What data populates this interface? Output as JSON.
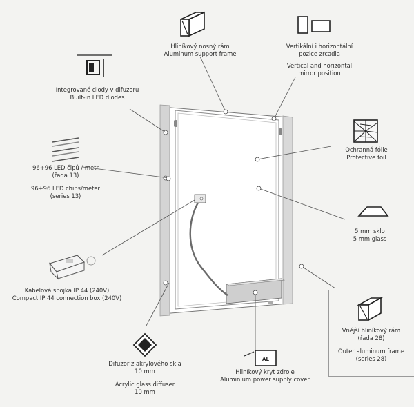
{
  "labels": {
    "frame": {
      "cz": "Hliníkový nosný rám",
      "en": "Aluminum support frame"
    },
    "position": {
      "cz1": "Vertikální i horizontální",
      "cz2": "pozice zrcadla",
      "en1": "Vertical and horizontal",
      "en2": "mirror position"
    },
    "led_diodes": {
      "cz": "Integrované diody v difuzoru",
      "en": "Built-in LED diodes"
    },
    "led_chips": {
      "cz1": "96+96 LED čipů / metr",
      "cz2": "(řada 13)",
      "en1": "96+96 LED chips/meter",
      "en2": "(series 13)"
    },
    "foil": {
      "cz": "Ochranná fólie",
      "en": "Protective foil"
    },
    "glass": {
      "cz": "5 mm sklo",
      "en": "5 mm glass"
    },
    "connection": {
      "cz": "Kabelová spojka IP 44 (240V)",
      "en": "Compact IP 44 connection box (240V)"
    },
    "outer_frame": {
      "cz1": "Vnější hliníkový rám",
      "cz2": "(řada 28)",
      "en1": "Outer aluminum frame",
      "en2": "(series 28)"
    },
    "diffuser": {
      "cz1": "Difuzor z akrylového skla",
      "cz2": "10 mm",
      "en1": "Acrylic glass diffuser",
      "en2": "10 mm"
    },
    "cover": {
      "cz": "Hliníkový kryt zdroje",
      "en": "Aluminium power supply cover"
    }
  },
  "icons": {
    "frame": "aluminum-profile-icon",
    "position": "mirror-orientation-icon",
    "led": "led-profile-icon",
    "chips": "led-strip-icon",
    "foil": "shattered-glass-icon",
    "glass": "glass-edge-icon",
    "diffuser": "diamond-diffuser-icon",
    "cover": "power-cover-icon",
    "outer": "outer-profile-icon"
  },
  "cover_icon_text": "AL",
  "colors": {
    "line": "#555555",
    "frame": "#cfcfcf",
    "dark": "#222222"
  }
}
